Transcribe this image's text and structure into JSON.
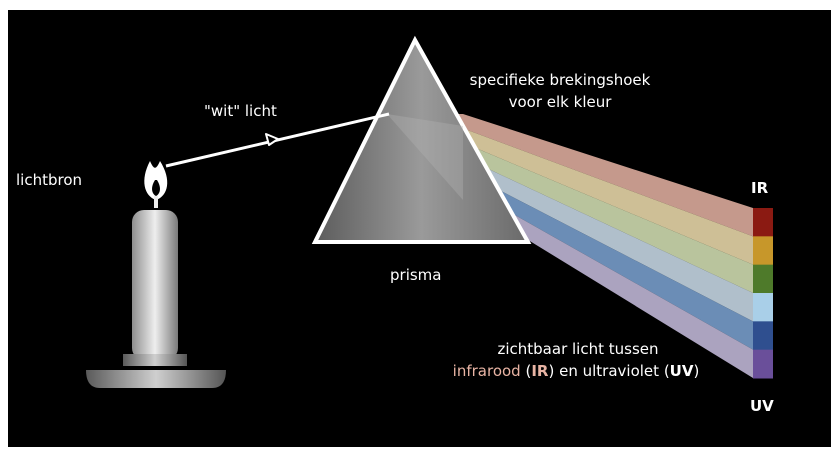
{
  "labels": {
    "source": "lichtbron",
    "white_light": "\"wit\" licht",
    "angle_line1": "specifieke brekingshoek",
    "angle_line2": "voor elk kleur",
    "prism": "prisma",
    "visible_line1": "zichtbaar licht tussen",
    "infrared": "infrarood",
    "paren_open": "(",
    "ir_abbr": "IR",
    "and_ultraviolet": ") en ultraviolet",
    "uv_abbr": "UV",
    "paren_close": ")",
    "ir_top": "IR",
    "uv_bottom": "UV"
  },
  "colors": {
    "background": "#000000",
    "ray": "#ffffff",
    "band_colors": [
      "#8b1a12",
      "#c7972a",
      "#4e7a2a",
      "#a9cfe8",
      "#2f4f8f",
      "#6a4f9a"
    ],
    "beam_colors": [
      "#e8b4a4",
      "#f2e0b0",
      "#d9e6b8",
      "#cfe0ee",
      "#7ea6d6",
      "#c9c0e0"
    ]
  }
}
